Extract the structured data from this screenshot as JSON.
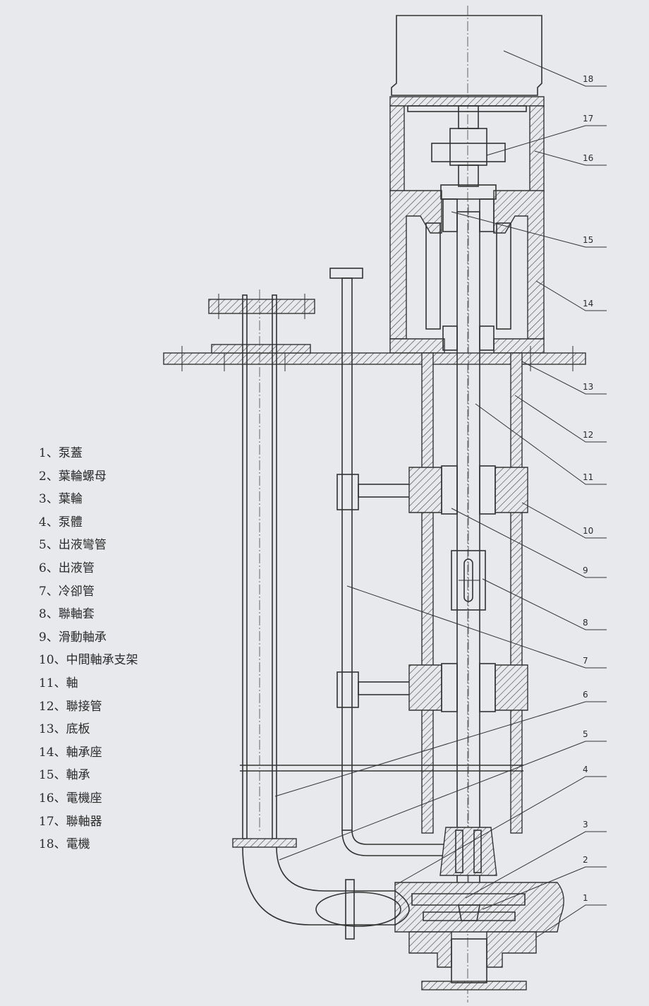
{
  "legend": [
    {
      "label": "1、泵蓋"
    },
    {
      "label": "2、葉輪螺母"
    },
    {
      "label": "3、葉輪"
    },
    {
      "label": "4、泵體"
    },
    {
      "label": "5、出液彎管"
    },
    {
      "label": "6、出液管"
    },
    {
      "label": "7、冷卻管"
    },
    {
      "label": "8、聯軸套"
    },
    {
      "label": "9、滑動軸承"
    },
    {
      "label": "10、中間軸承支架"
    },
    {
      "label": "11、軸"
    },
    {
      "label": "12、聯接管"
    },
    {
      "label": "13、底板"
    },
    {
      "label": "14、軸承座"
    },
    {
      "label": "15、軸承"
    },
    {
      "label": "16、電機座"
    },
    {
      "label": "17、聯軸器"
    },
    {
      "label": "18、電機"
    }
  ],
  "callouts": [
    "18",
    "17",
    "16",
    "15",
    "14",
    "13",
    "12",
    "11",
    "10",
    "9",
    "8",
    "7",
    "6",
    "5",
    "4",
    "3",
    "2",
    "1"
  ],
  "colors": {
    "background": "#e8e9ec",
    "line": "#333333"
  }
}
